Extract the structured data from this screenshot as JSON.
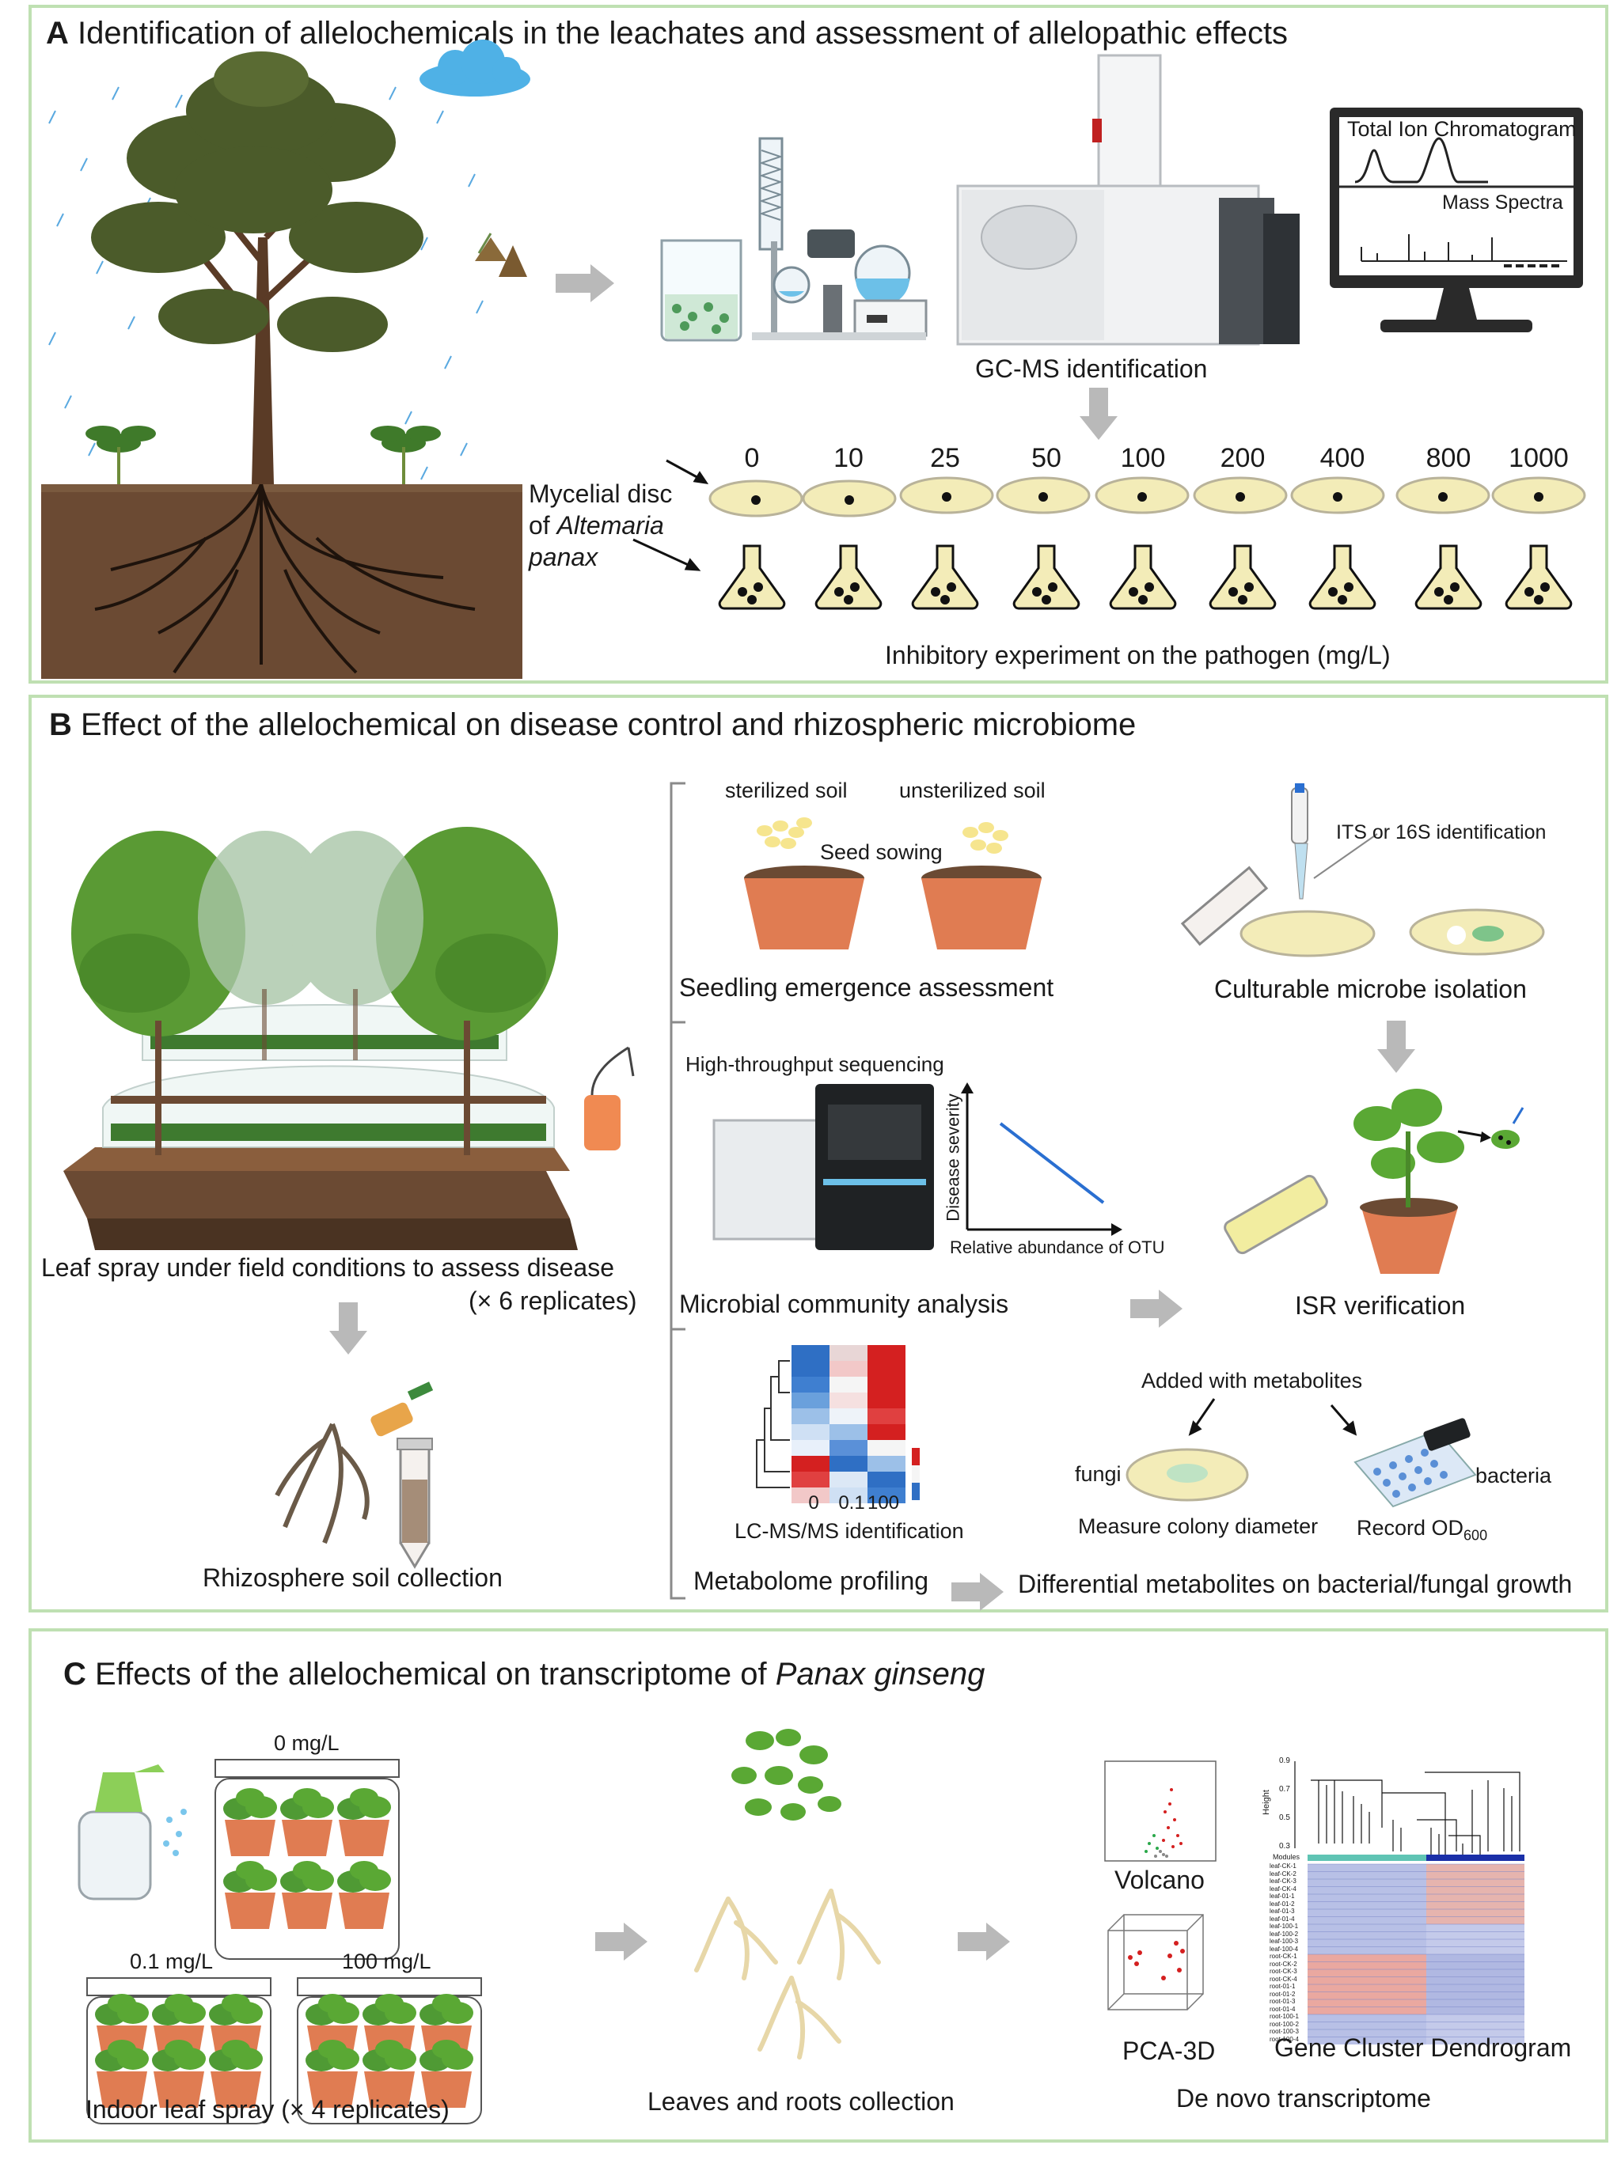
{
  "panelA": {
    "letter": "A",
    "title": "Identification of allelochemicals in the leachates and assessment of allelopathic effects",
    "screen_label_top": "Total Ion Chromatogram",
    "screen_label_bottom": "Mass Spectra",
    "gcms_label": "GC-MS identification",
    "mycelial_line1": "Mycelial disc",
    "mycelial_line2": "of ",
    "mycelial_species": "Altemaria",
    "mycelial_line3": "panax",
    "concentrations": [
      "0",
      "10",
      "25",
      "50",
      "100",
      "200",
      "400",
      "800",
      "1000"
    ],
    "inhibitory_label": "Inhibitory experiment on the pathogen (mg/L)"
  },
  "panelB": {
    "letter": "B",
    "title": "Effect of the allelochemical on disease control and rhizospheric microbiome",
    "field_label": "Leaf spray under field conditions to assess disease",
    "replicates": "(× 6 replicates)",
    "rhizo_label": "Rhizosphere soil collection",
    "sterilized": "sterilized soil",
    "unsterilized": "unsterilized soil",
    "seed_sowing": "Seed sowing",
    "seedling_label": "Seedling emergence assessment",
    "its_label": "ITS or 16S identification",
    "culturable_label": "Culturable microbe isolation",
    "hts_label": "High-throughput sequencing",
    "y_axis": "Disease severity",
    "x_axis": "Relative abundance of OTU",
    "microbial_label": "Microbial community analysis",
    "isr_label": "ISR verification",
    "heat_ticks": [
      "0",
      "0.1",
      "100"
    ],
    "lcms_label": "LC-MS/MS identification",
    "metabolome_label": "Metabolome profiling",
    "added_label": "Added with metabolites",
    "fungi": "fungi",
    "bacteria": "bacteria",
    "colony_label": "Measure colony diameter",
    "record_label": "Record OD",
    "record_sub": "600",
    "diff_label": "Differential metabolites on bacterial/fungal growth"
  },
  "panelC": {
    "letter": "C",
    "title_prefix": "Effects of the allelochemical on transcriptome of ",
    "title_species": "Panax ginseng",
    "dose_0": "0 mg/L",
    "dose_01": "0.1 mg/L",
    "dose_100": "100 mg/L",
    "indoor_label": "Indoor leaf spray (× 4 replicates)",
    "collection_label": "Leaves and roots collection",
    "volcano": "Volcano",
    "pca": "PCA-3D",
    "dendro_label": "Gene Cluster Dendrogram",
    "height_axis": "Height",
    "height_ticks": [
      "0.9",
      "0.7",
      "0.5",
      "0.3"
    ],
    "module_label": "Modules",
    "sample_rows": [
      "leaf-CK-1",
      "leaf-CK-2",
      "leaf-CK-3",
      "leaf-CK-4",
      "leaf-01-1",
      "leaf-01-2",
      "leaf-01-3",
      "leaf-01-4",
      "leaf-100-1",
      "leaf-100-2",
      "leaf-100-3",
      "leaf-100-4",
      "root-CK-1",
      "root-CK-2",
      "root-CK-3",
      "root-CK-4",
      "root-01-1",
      "root-01-2",
      "root-01-3",
      "root-01-4",
      "root-100-1",
      "root-100-2",
      "root-100-3",
      "root-100-4"
    ],
    "denovo_label": "De novo transcriptome"
  },
  "colors": {
    "panel_border": "#bfe0b2",
    "arrow": "#b9b9b9",
    "agar": "#f3ecb8",
    "pot": "#e07c52",
    "soil": "#6b4a33",
    "heat_red": "#d42020",
    "heat_blue": "#2f6fc4"
  }
}
